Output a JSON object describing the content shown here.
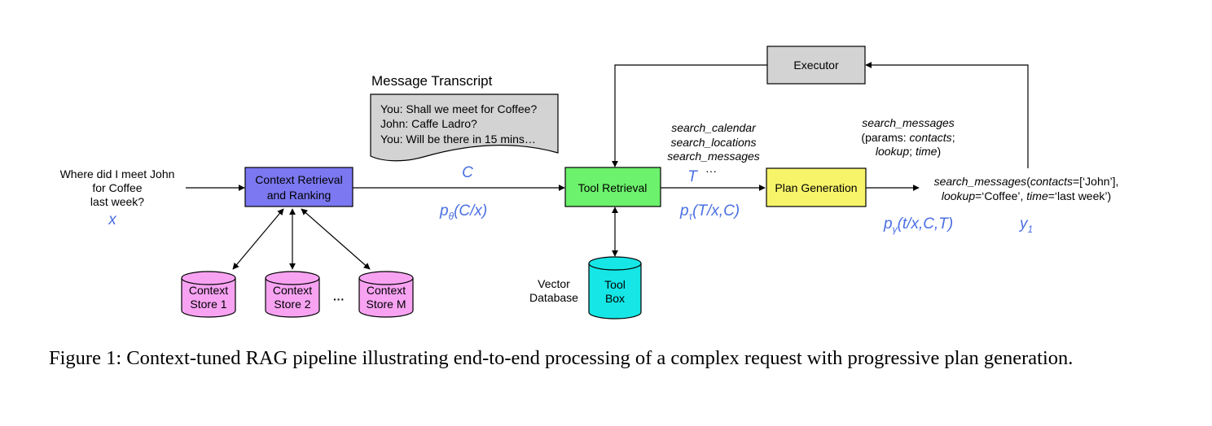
{
  "query": {
    "lines": [
      "Where did I meet John",
      "for Coffee",
      "last week?"
    ],
    "var": "x"
  },
  "nodes": {
    "context_retrieval": {
      "lines": [
        "Context Retrieval",
        "and Ranking"
      ],
      "color": "#7b78f2"
    },
    "tool_retrieval": {
      "label": "Tool Retrieval",
      "color": "#6cf26c"
    },
    "plan_generation": {
      "label": "Plan Generation",
      "color": "#f7f46a"
    },
    "executor": {
      "label": "Executor",
      "color": "#d3d3d3"
    },
    "toolbox": {
      "lines": [
        "Tool",
        "Box"
      ],
      "caption_lines": [
        "Vector",
        "Database"
      ],
      "color": "#16e6e6"
    },
    "context_stores": [
      {
        "lines": [
          "Context",
          "Store 1"
        ]
      },
      {
        "lines": [
          "Context",
          "Store 2"
        ]
      },
      {
        "lines": [
          "Context",
          "Store M"
        ]
      }
    ],
    "store_color": "#f7a3f2",
    "store_ellipsis": "···"
  },
  "transcript": {
    "title": "Message Transcript",
    "lines": [
      "You: Shall we meet for Coffee?",
      "John: Caffe Ladro?",
      "You: Will be there in 15 mins…"
    ],
    "var": "C"
  },
  "tools": {
    "lines": [
      "search_calendar",
      "search_locations",
      "search_messages"
    ],
    "var": "T",
    "ellipsis": "···"
  },
  "selected_tool": {
    "name": "search_messages",
    "params_prefix": "(params: ",
    "params_1": "contacts",
    "params_sep": ";",
    "params_2": "lookup",
    "params_3": "time",
    "params_close": ")"
  },
  "plan_output": {
    "line1_fn": "search_messages",
    "line1_open": "(",
    "line1_key": "contacts",
    "line1_val": "=[‘John’],",
    "line2_key1": "lookup",
    "line2_val1": "=‘Coffee’, ",
    "line2_key2": "time",
    "line2_val2": "=‘last week’)",
    "var": "y",
    "var_sub": "1"
  },
  "probabilities": {
    "p_theta": {
      "main": "p",
      "sub": "θ",
      "rest": "(C/x)"
    },
    "p_tau": {
      "main": "p",
      "sub": "τ",
      "rest": "(T/x,C)"
    },
    "p_gamma": {
      "main": "p",
      "sub": "γ",
      "rest": "(t/x,C,T)"
    }
  },
  "caption": "Figure 1: Context-tuned RAG pipeline illustrating end-to-end processing of a complex request with progressive plan generation."
}
